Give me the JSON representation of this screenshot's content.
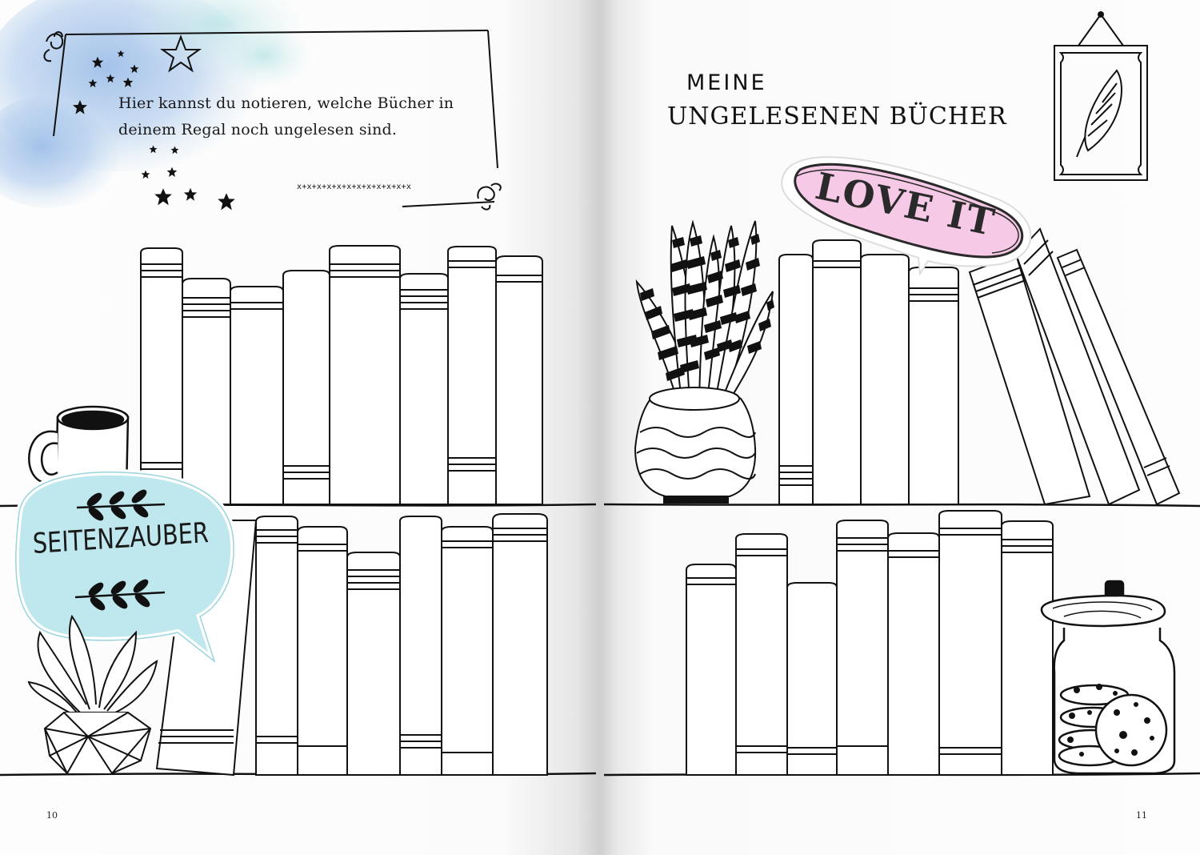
{
  "left_page": {
    "note_lines": [
      "Hier kannst du notieren, welche Bücher in",
      "deinem Regal noch ungelesen sind."
    ],
    "cross_row": "x+x+x+x+x+x+x+x+x+x+x+x",
    "badge_text": "SEITENZAUBER",
    "page_number": "10"
  },
  "right_page": {
    "title_line_1": "MEINE",
    "title_line_2": "UNGELESENEN BÜCHER",
    "sticker_text": "LOVE IT",
    "page_number": "11"
  },
  "colors": {
    "ink": "#111111",
    "watercolor": "#a9c6ea",
    "badge_fill": "#bfe8ee",
    "sticker_fill": "#f6c9e6"
  },
  "icons": [
    "star-icon",
    "coffee-mug-icon",
    "snake-plant-icon",
    "potted-plant-icon",
    "framed-feather-icon",
    "cookie-jar-icon",
    "leaf-branch-icon",
    "flourish-icon"
  ]
}
